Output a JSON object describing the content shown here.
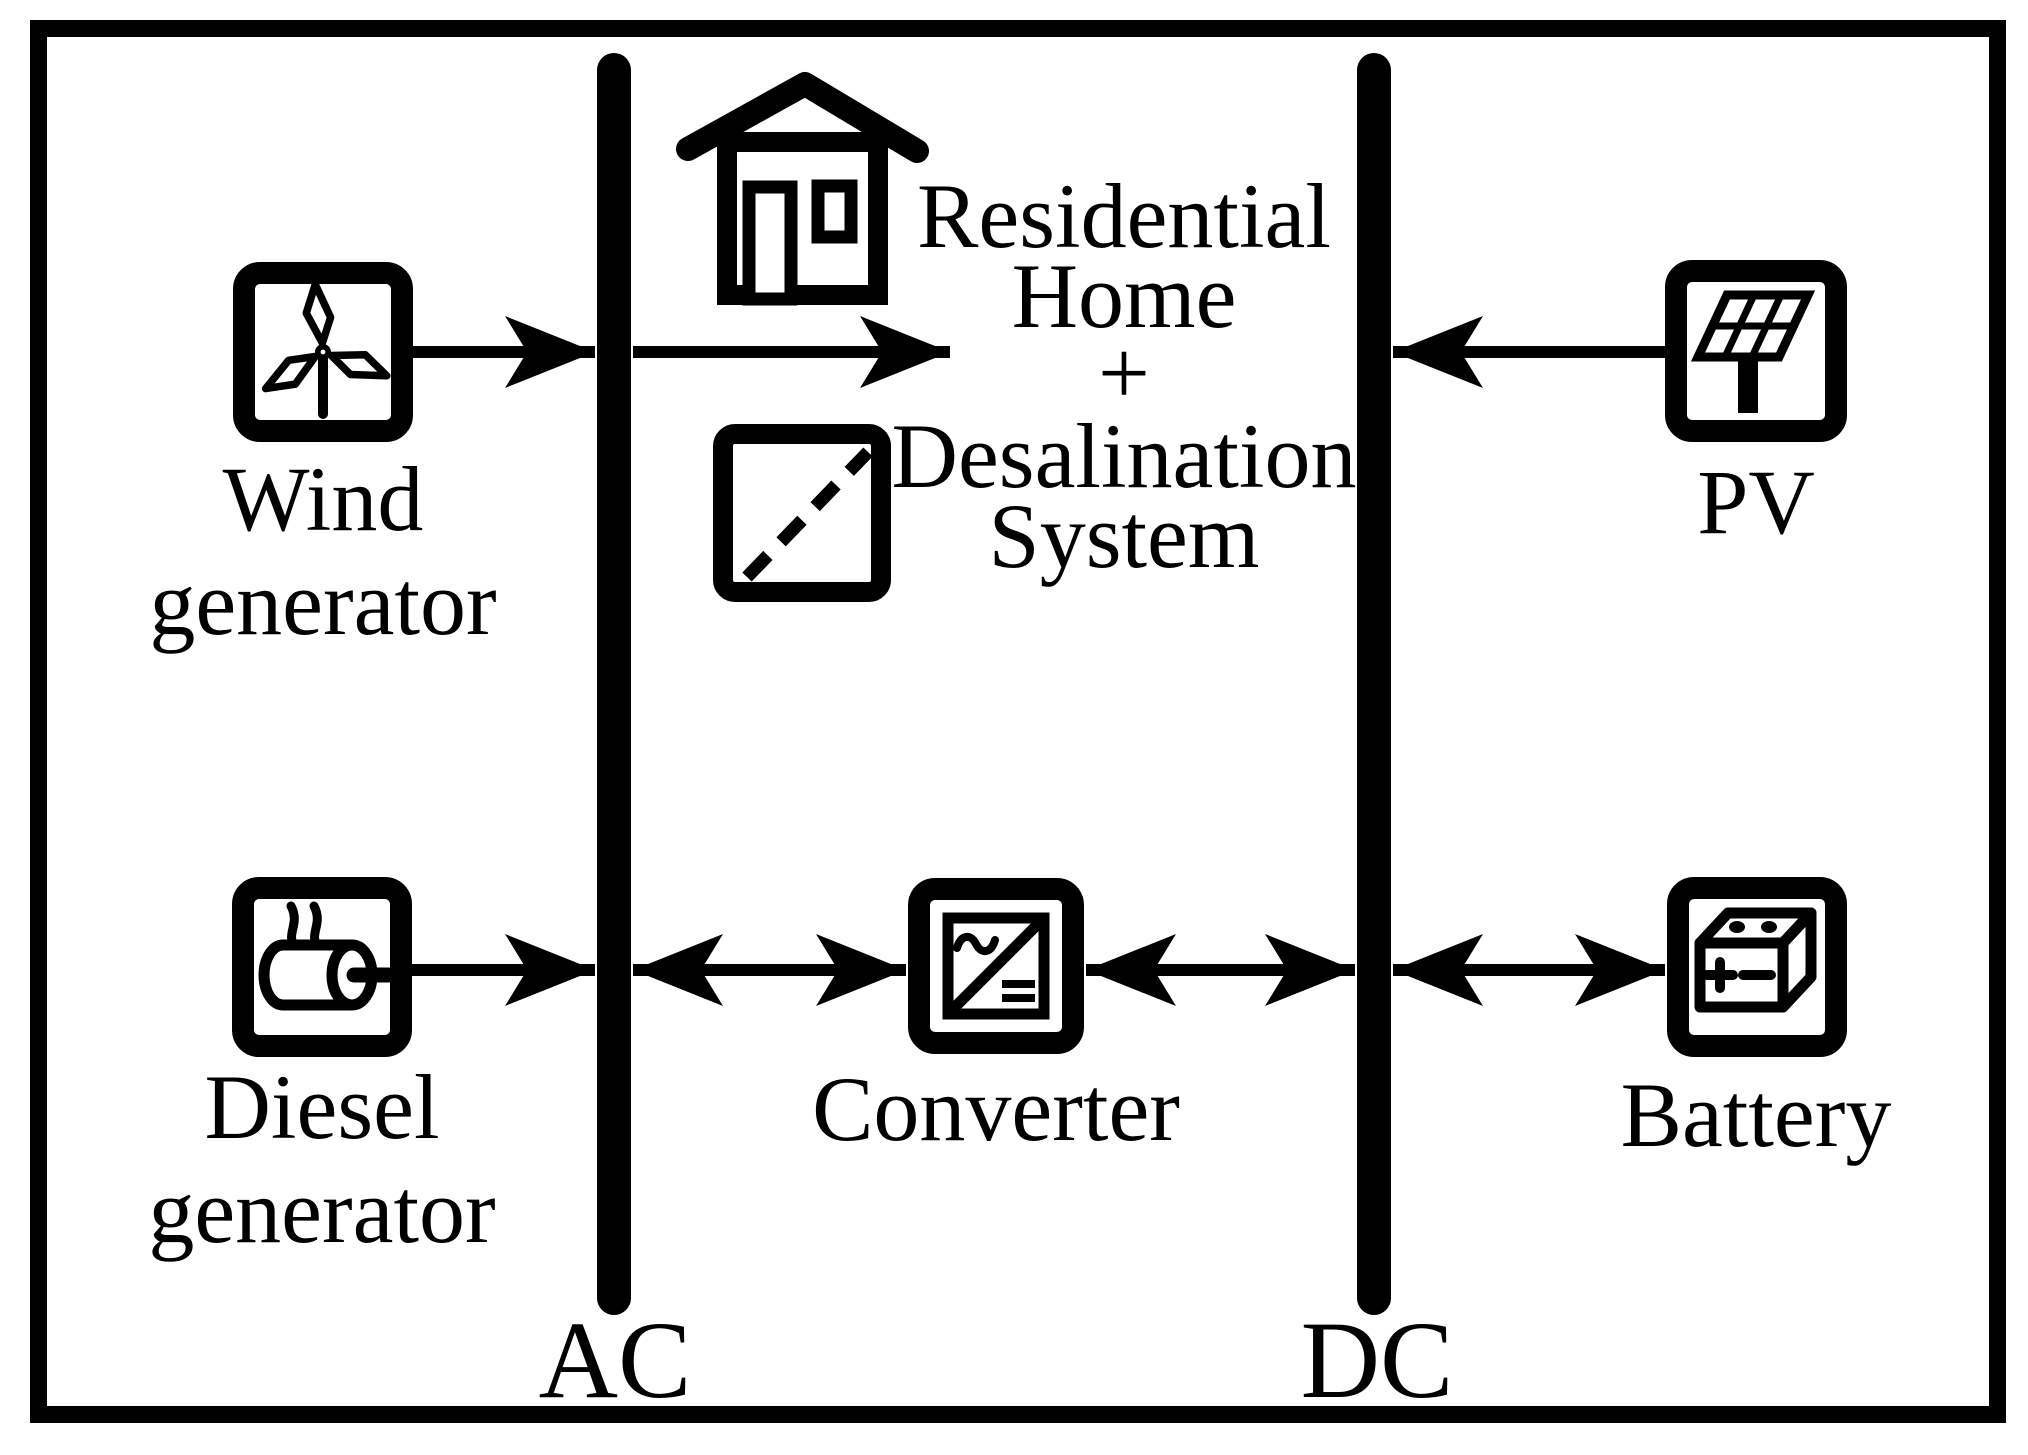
{
  "diagram": {
    "colors": {
      "ink": "#000000",
      "background": "#ffffff"
    },
    "buses": {
      "ac": {
        "label": "AC"
      },
      "dc": {
        "label": "DC"
      }
    },
    "nodes": {
      "wind": {
        "icon": "wind-turbine-icon",
        "label": [
          "Wind",
          "generator"
        ]
      },
      "diesel": {
        "icon": "diesel-engine-icon",
        "label": [
          "Diesel",
          "generator"
        ]
      },
      "load": {
        "icons": [
          "house-icon",
          "desalination-icon"
        ],
        "label": [
          "Residential",
          "Home",
          "+",
          "Desalination",
          "System"
        ]
      },
      "converter": {
        "icon": "converter-icon",
        "label": [
          "Converter"
        ]
      },
      "pv": {
        "icon": "solar-panel-icon",
        "label": [
          "PV"
        ]
      },
      "battery": {
        "icon": "battery-icon",
        "label": [
          "Battery"
        ]
      }
    },
    "connections": [
      {
        "from": "wind",
        "to": "ac-bus",
        "direction": "one-way"
      },
      {
        "from": "ac-bus",
        "to": "load",
        "direction": "one-way"
      },
      {
        "from": "pv",
        "to": "dc-bus",
        "direction": "one-way"
      },
      {
        "from": "diesel",
        "to": "ac-bus",
        "direction": "one-way"
      },
      {
        "from": "ac-bus",
        "to": "converter",
        "direction": "two-way"
      },
      {
        "from": "converter",
        "to": "dc-bus",
        "direction": "two-way"
      },
      {
        "from": "dc-bus",
        "to": "battery",
        "direction": "two-way"
      }
    ]
  }
}
